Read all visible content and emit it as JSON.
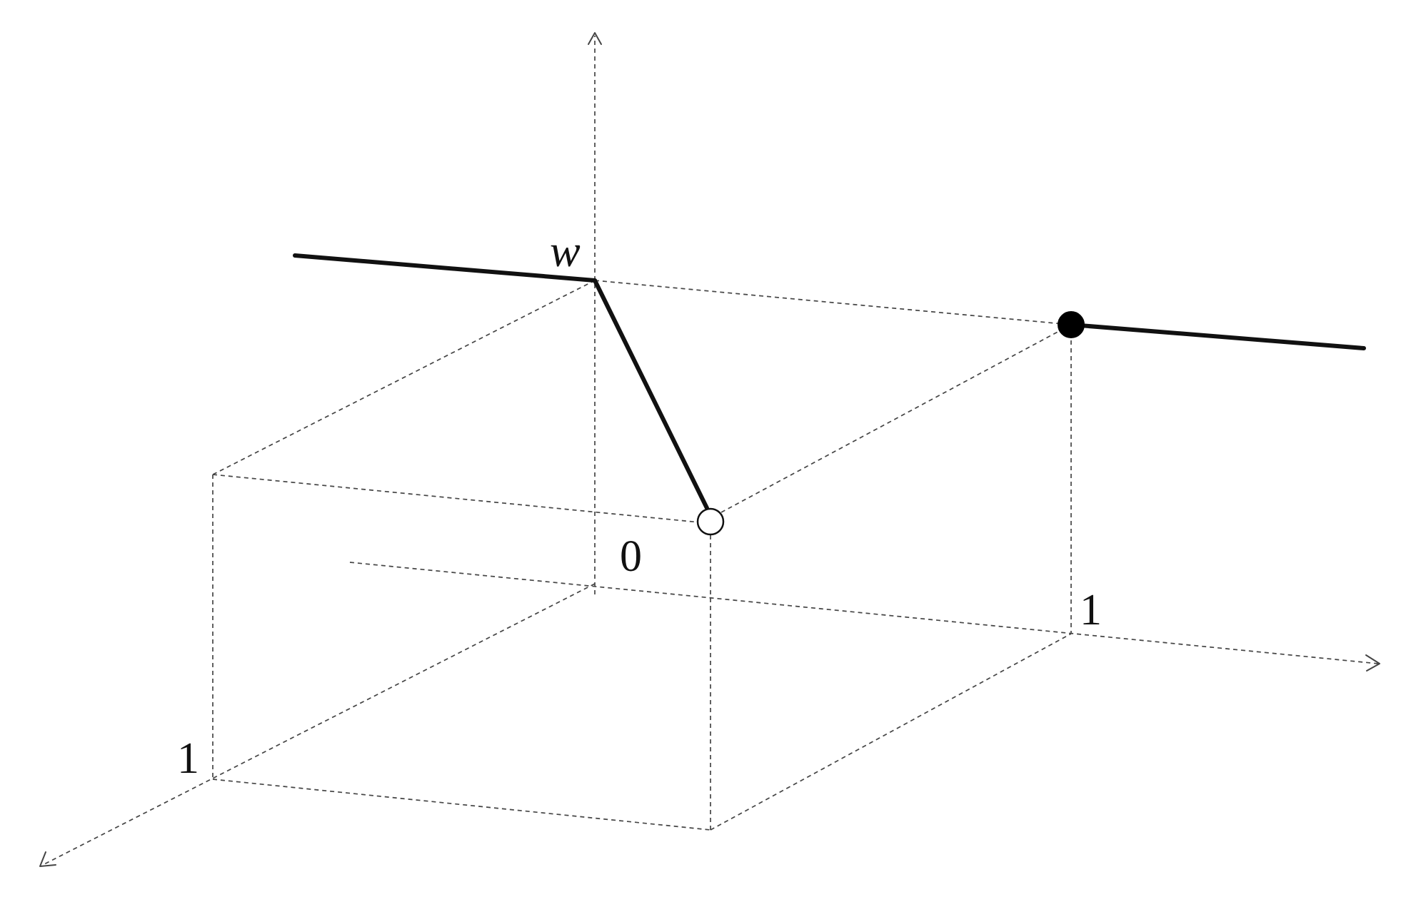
{
  "labels": {
    "w": "w",
    "origin": "0",
    "x_one": "1",
    "z_one": "1"
  },
  "colors": {
    "solid_line": "#111111",
    "dashed_line": "#444444",
    "filled_point": "#000000",
    "open_point_fill": "#ffffff",
    "background": "#ffffff"
  }
}
